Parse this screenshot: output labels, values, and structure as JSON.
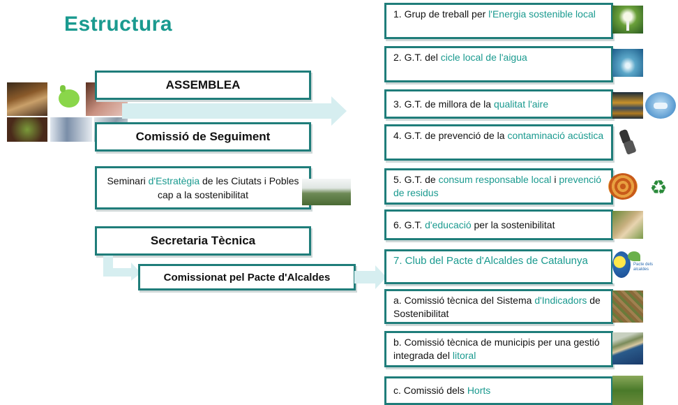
{
  "title": "Estructura",
  "left": {
    "assemblea": "ASSEMBLEA",
    "comissio": "Comissió de Seguiment",
    "seminari": [
      {
        "text": "Seminari ",
        "hl": false
      },
      {
        "text": "d'Estratègia",
        "hl": true
      },
      {
        "text": " de les Ciutats i Pobles cap a la sostenibilitat",
        "hl": false
      }
    ],
    "secretaria": "Secretaria Tècnica",
    "comissionat": "Comissionat pel Pacte d'Alcaldes"
  },
  "groups": [
    {
      "id": "g1",
      "parts": [
        {
          "text": "1. Grup de treball per ",
          "hl": false
        },
        {
          "text": "l'Energia sostenible local",
          "hl": true
        }
      ],
      "icon": "lightbulb-photo"
    },
    {
      "id": "g2",
      "parts": [
        {
          "text": "2. G.T. del ",
          "hl": false
        },
        {
          "text": "cicle local de l'aigua",
          "hl": true
        }
      ],
      "icon": "water-drop-photo"
    },
    {
      "id": "g3",
      "parts": [
        {
          "text": "3. G.T. de millora de la ",
          "hl": false
        },
        {
          "text": "qualitat l'aire",
          "hl": true
        }
      ],
      "icon": "air-quality-photo"
    },
    {
      "id": "g4",
      "parts": [
        {
          "text": "4. G.T. de prevenció de la ",
          "hl": false
        },
        {
          "text": "contaminació acústica",
          "hl": true
        }
      ],
      "icon": "sound-meter-photo"
    },
    {
      "id": "g5",
      "parts": [
        {
          "text": "5. G.T. de ",
          "hl": false
        },
        {
          "text": "consum responsable local",
          "hl": true
        },
        {
          "text": " i ",
          "hl": false
        },
        {
          "text": "prevenció de residus",
          "hl": true
        }
      ],
      "icon": "recycling-photo"
    },
    {
      "id": "g6",
      "parts": [
        {
          "text": "6. G.T. ",
          "hl": false
        },
        {
          "text": "d'educació",
          "hl": true
        },
        {
          "text": " per la sostenibilitat",
          "hl": false
        }
      ],
      "icon": "child-photo"
    },
    {
      "id": "g7",
      "parts": [
        {
          "text": "7. Club del Pacte d'Alcaldes de Catalunya",
          "hl": true
        }
      ],
      "icon": "pacte-alcaldes-logo"
    },
    {
      "id": "ga",
      "parts": [
        {
          "text": "a. Comissió tècnica del Sistema ",
          "hl": false
        },
        {
          "text": "d'Indicadors",
          "hl": true
        },
        {
          "text": " de Sostenibilitat",
          "hl": false
        }
      ],
      "icon": "aerial-photo"
    },
    {
      "id": "gb",
      "parts": [
        {
          "text": "b. Comissió tècnica de municipis per una gestió integrada del ",
          "hl": false
        },
        {
          "text": "litoral",
          "hl": true
        }
      ],
      "icon": "coast-photo"
    },
    {
      "id": "gc",
      "parts": [
        {
          "text": "c. Comissió dels ",
          "hl": false
        },
        {
          "text": "Horts",
          "hl": true
        }
      ],
      "icon": "garden-photo"
    }
  ],
  "logo_text": "Pacte dels alcaldes",
  "colors": {
    "accent": "#1a9a8f",
    "border": "#1f7d7a",
    "arrow": "#d6eef0"
  }
}
